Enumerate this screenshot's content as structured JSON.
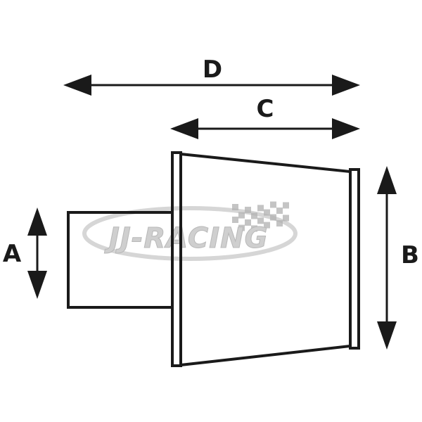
{
  "labels": {
    "a": "A",
    "b": "B",
    "c": "C",
    "d": "D"
  },
  "watermark": {
    "text": "JJ-RACING",
    "icon": "checkered-flag-icon"
  },
  "colors": {
    "line": "#1a1a1a",
    "watermark": "#cfcfcf",
    "watermark_outline": "#b0b0b0"
  }
}
